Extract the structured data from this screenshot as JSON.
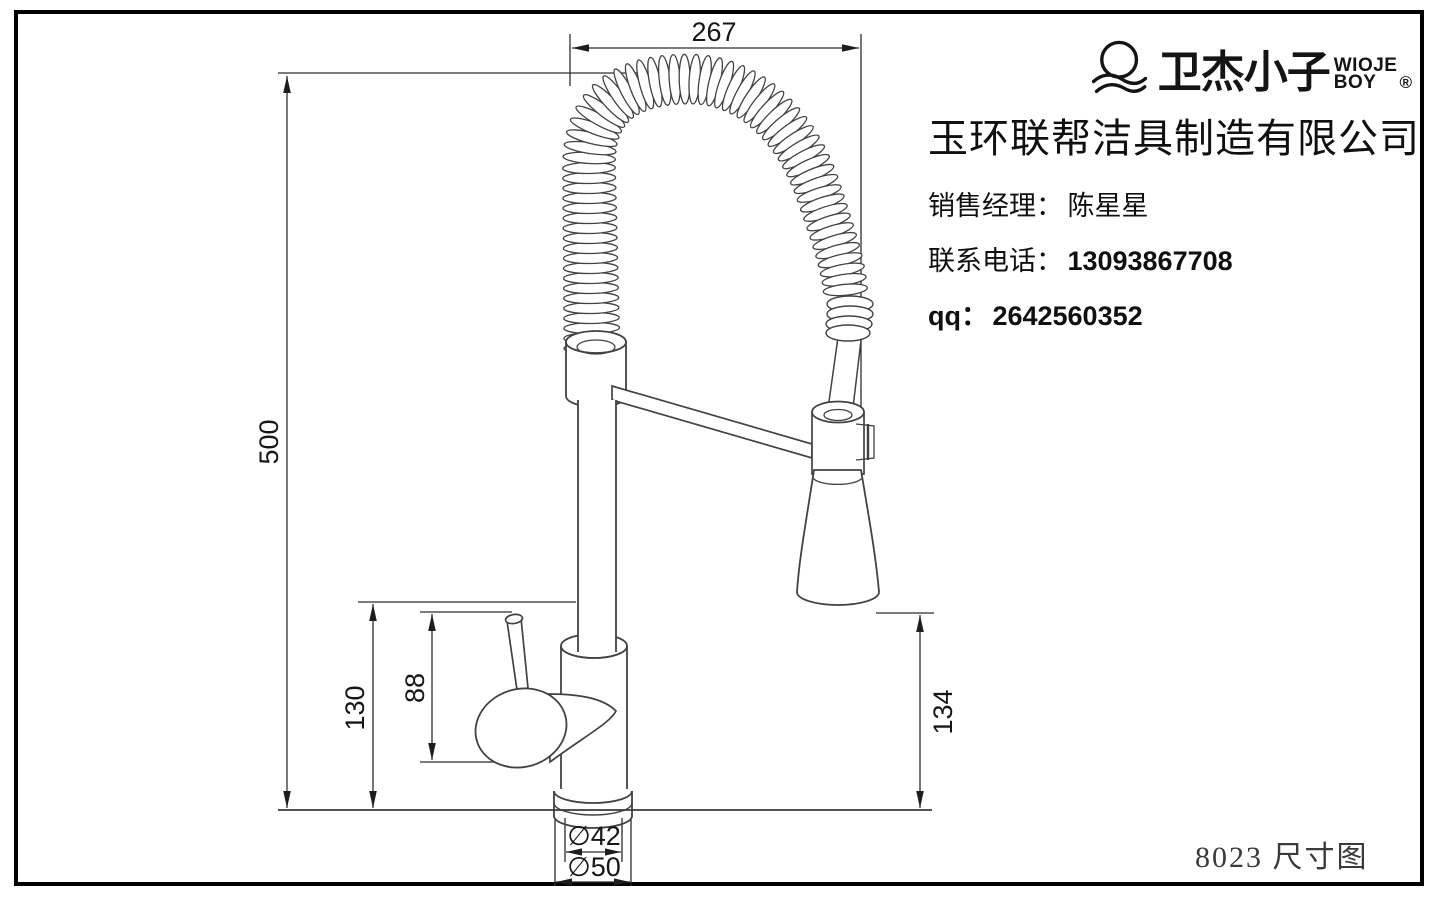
{
  "brand": {
    "icon": "cap-wave-icon",
    "name_cn": "卫杰小子",
    "name_en_top": "WIOJE",
    "name_en_bottom": "BOY",
    "registered": "®"
  },
  "company": {
    "name": "玉环联帮洁具制造有限公司"
  },
  "contact": {
    "sales_manager_label": "销售经理：",
    "sales_manager_value": "陈星星",
    "phone_label": "联系电话：",
    "phone_value": "13093867708",
    "qq_label": "qq：",
    "qq_value": "2642560352"
  },
  "drawing": {
    "caption": "8023 尺寸图",
    "dimensions": {
      "top_width": "267",
      "total_height": "500",
      "body_height": "130",
      "handle_height": "88",
      "spray_drop": "134",
      "base_top_dia": "∅42",
      "base_bottom_dia": "∅50"
    }
  },
  "colors": {
    "background": "#ffffff",
    "border": "#000000",
    "drawing_line": "#3c3c3c",
    "dimension_line": "#2e2e2e",
    "text": "#111111"
  }
}
